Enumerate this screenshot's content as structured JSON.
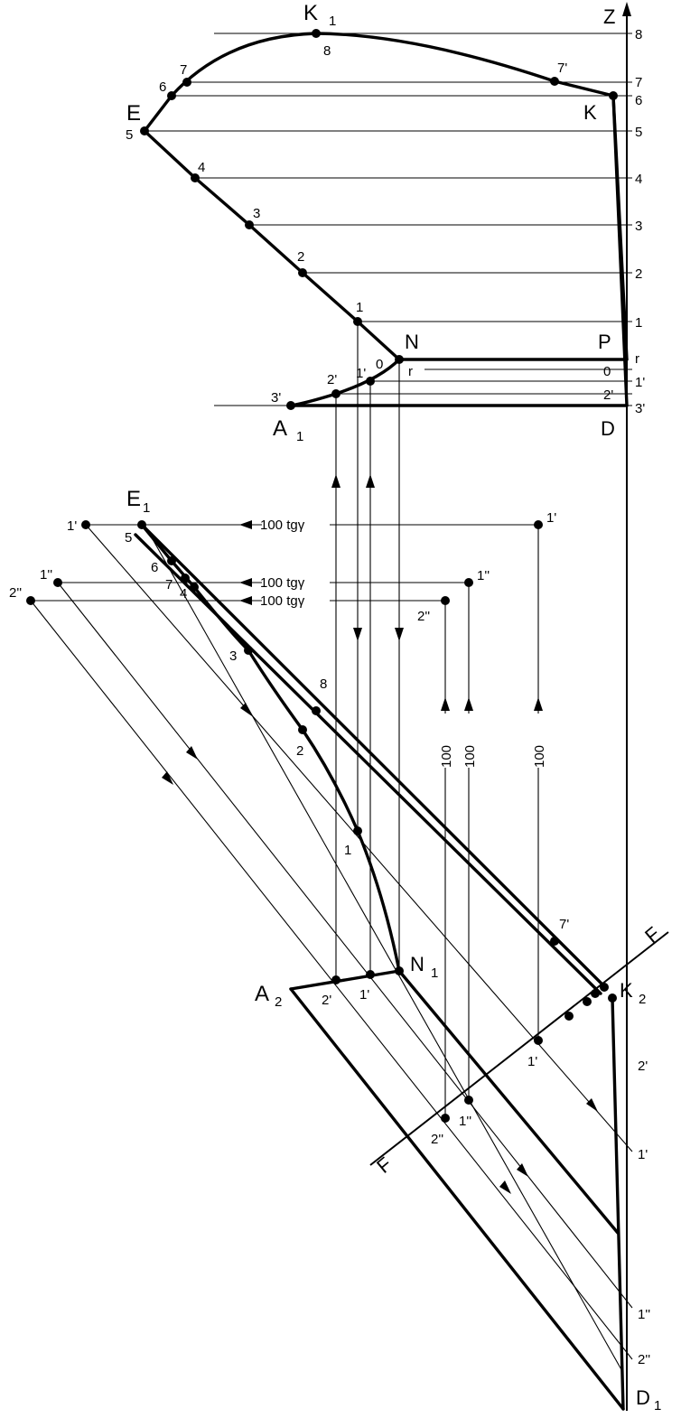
{
  "diagram": {
    "axis_label": "Z",
    "right_scale": [
      "8",
      "7",
      "6",
      "5",
      "4",
      "3",
      "2",
      "1",
      "r",
      "0",
      "1'",
      "2'",
      "3'"
    ],
    "points_top": {
      "K1": "K",
      "K1_sub": "1",
      "K1_num": "8",
      "E": "E",
      "E_num": "5",
      "K": "K",
      "N": "N",
      "P": "P",
      "A1": "A",
      "A1_sub": "1",
      "D": "D",
      "r": "r",
      "zero": "0",
      "c1p": "1'",
      "c2p": "2'",
      "c3p": "3'",
      "c1": "1",
      "c2": "2",
      "c3": "3",
      "c4": "4",
      "c6": "6",
      "c7": "7",
      "c7p": "7'"
    },
    "points_bottom": {
      "E1": "E",
      "E1_sub": "1",
      "N1": "N",
      "N1_sub": "1",
      "A2": "A",
      "A2_sub": "2",
      "K2": "K",
      "K2_sub": "2",
      "D1": "D",
      "D1_sub": "1",
      "F_top": "F",
      "F_bottom": "F",
      "n1": "1",
      "n2": "2",
      "n3": "3",
      "n4": "4",
      "n5": "5",
      "n6": "6",
      "n7": "7",
      "n8": "8",
      "n7p": "7'",
      "left1p": "1'",
      "left1pp": "1''",
      "left2pp": "2''",
      "right1p": "1'",
      "right1pp": "1''",
      "right2pp": "2''",
      "bot2p": "2'",
      "bot1p": "1'",
      "f1p": "1'",
      "f1pp": "1''",
      "f2pp": "2''",
      "edge2p": "2'",
      "edge1p": "1'",
      "edge1pp": "1''",
      "edge2pp": "2''"
    },
    "tg_label": "100 tgγ",
    "hundred_label": "100"
  }
}
